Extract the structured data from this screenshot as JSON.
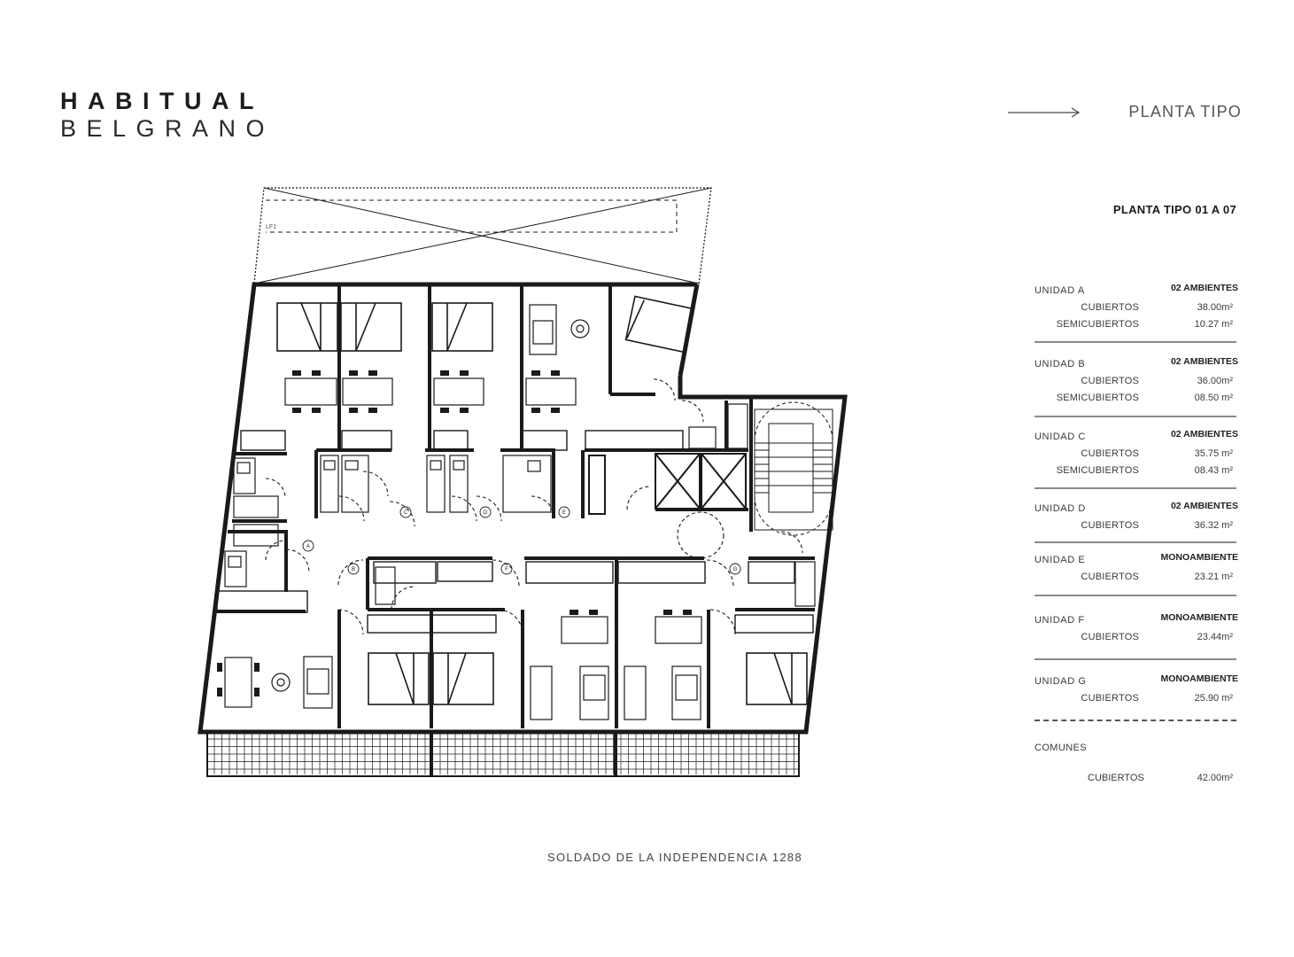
{
  "brand": {
    "line1": "HABITUAL",
    "line2": "BELGRANO"
  },
  "header": {
    "title": "PLANTA TIPO"
  },
  "table": {
    "title": "PLANTA TIPO 01 A 07",
    "units": [
      {
        "label": "UNIDAD A",
        "type": "02 AMBIENTES",
        "metrics": [
          {
            "label": "CUBIERTOS",
            "value": "38.00m²"
          },
          {
            "label": "SEMICUBIERTOS",
            "value": "10.27 m²"
          }
        ]
      },
      {
        "label": "UNIDAD B",
        "type": "02 AMBIENTES",
        "metrics": [
          {
            "label": "CUBIERTOS",
            "value": "36.00m²"
          },
          {
            "label": "SEMICUBIERTOS",
            "value": "08.50 m²"
          }
        ]
      },
      {
        "label": "UNIDAD C",
        "type": "02 AMBIENTES",
        "metrics": [
          {
            "label": "CUBIERTOS",
            "value": "35.75 m²"
          },
          {
            "label": "SEMICUBIERTOS",
            "value": "08.43 m²"
          }
        ]
      },
      {
        "label": "UNIDAD D",
        "type": "02 AMBIENTES",
        "metrics": [
          {
            "label": "CUBIERTOS",
            "value": "36.32 m²"
          }
        ]
      },
      {
        "label": "UNIDAD E",
        "type": "MONOAMBIENTE",
        "metrics": [
          {
            "label": "CUBIERTOS",
            "value": "23.21 m²"
          }
        ]
      },
      {
        "label": "UNIDAD F",
        "type": "MONOAMBIENTE",
        "metrics": [
          {
            "label": "CUBIERTOS",
            "value": "23.44m²"
          }
        ]
      },
      {
        "label": "UNIDAD G",
        "type": "MONOAMBIENTE",
        "metrics": [
          {
            "label": "CUBIERTOS",
            "value": "25.90 m²"
          }
        ]
      }
    ],
    "common": {
      "label": "COMUNES",
      "metric_label": "CUBIERTOS",
      "metric_value": "42.00m²"
    }
  },
  "plan": {
    "lf_label": "LF1",
    "unit_tags": [
      "A",
      "B",
      "C",
      "D",
      "E",
      "F",
      "G"
    ]
  },
  "address": "SOLDADO DE LA INDEPENDENCIA 1288",
  "colors": {
    "wall": "#1a1a1a",
    "text": "#1a1a1a",
    "muted": "#555555",
    "rule": "#8a8a8a"
  }
}
